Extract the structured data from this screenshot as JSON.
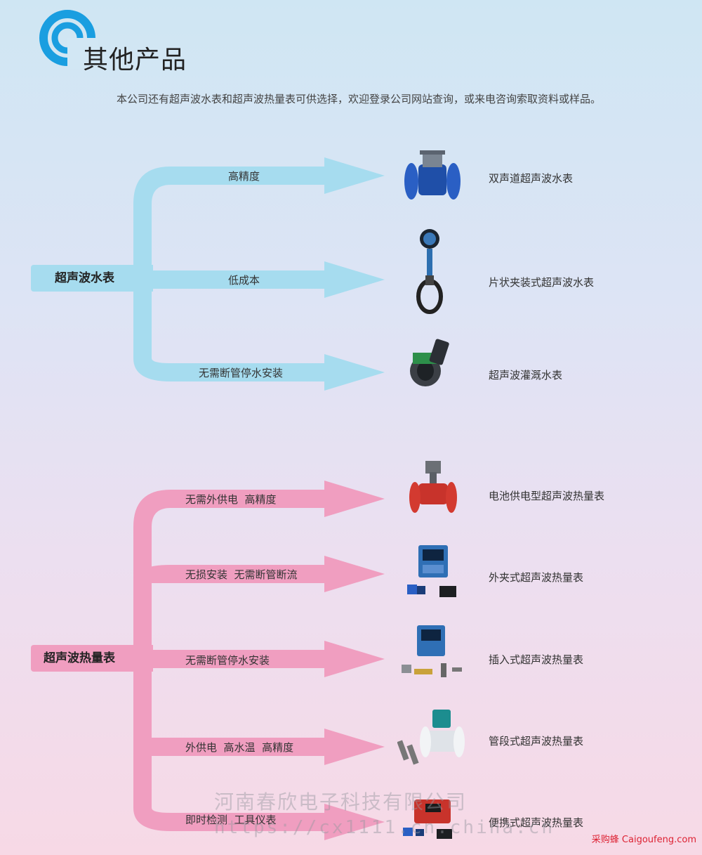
{
  "header": {
    "title": "其他产品",
    "intro": "本公司还有超声波水表和超声波热量表可供选择，欢迎登录公司网站查询，或来电咨询索取资料或样品。"
  },
  "water": {
    "category": "超声波水表",
    "color": "#a6dcef",
    "items": [
      {
        "feature": "高精度",
        "product": "双声道超声波水表"
      },
      {
        "feature": "低成本",
        "product": "片状夹装式超声波水表"
      },
      {
        "feature": "无需断管停水安装",
        "product": "超声波灌溉水表"
      }
    ]
  },
  "heat": {
    "category": "超声波热量表",
    "color": "#f09ec0",
    "items": [
      {
        "feature": "无需外供电  高精度",
        "product": "电池供电型超声波热量表"
      },
      {
        "feature": "无损安装  无需断管断流",
        "product": "外夹式超声波热量表"
      },
      {
        "feature": "无需断管停水安装",
        "product": "插入式超声波热量表"
      },
      {
        "feature": "外供电  高水温  高精度",
        "product": "管段式超声波热量表"
      },
      {
        "feature": "即时检测  工具仪表",
        "product": "便携式超声波热量表"
      }
    ]
  },
  "watermark": {
    "company": "河南春欣电子科技有限公司",
    "url": "https://cx1111.cn.china.cn"
  },
  "site_mark": "采购蜂 Caigoufeng.com"
}
